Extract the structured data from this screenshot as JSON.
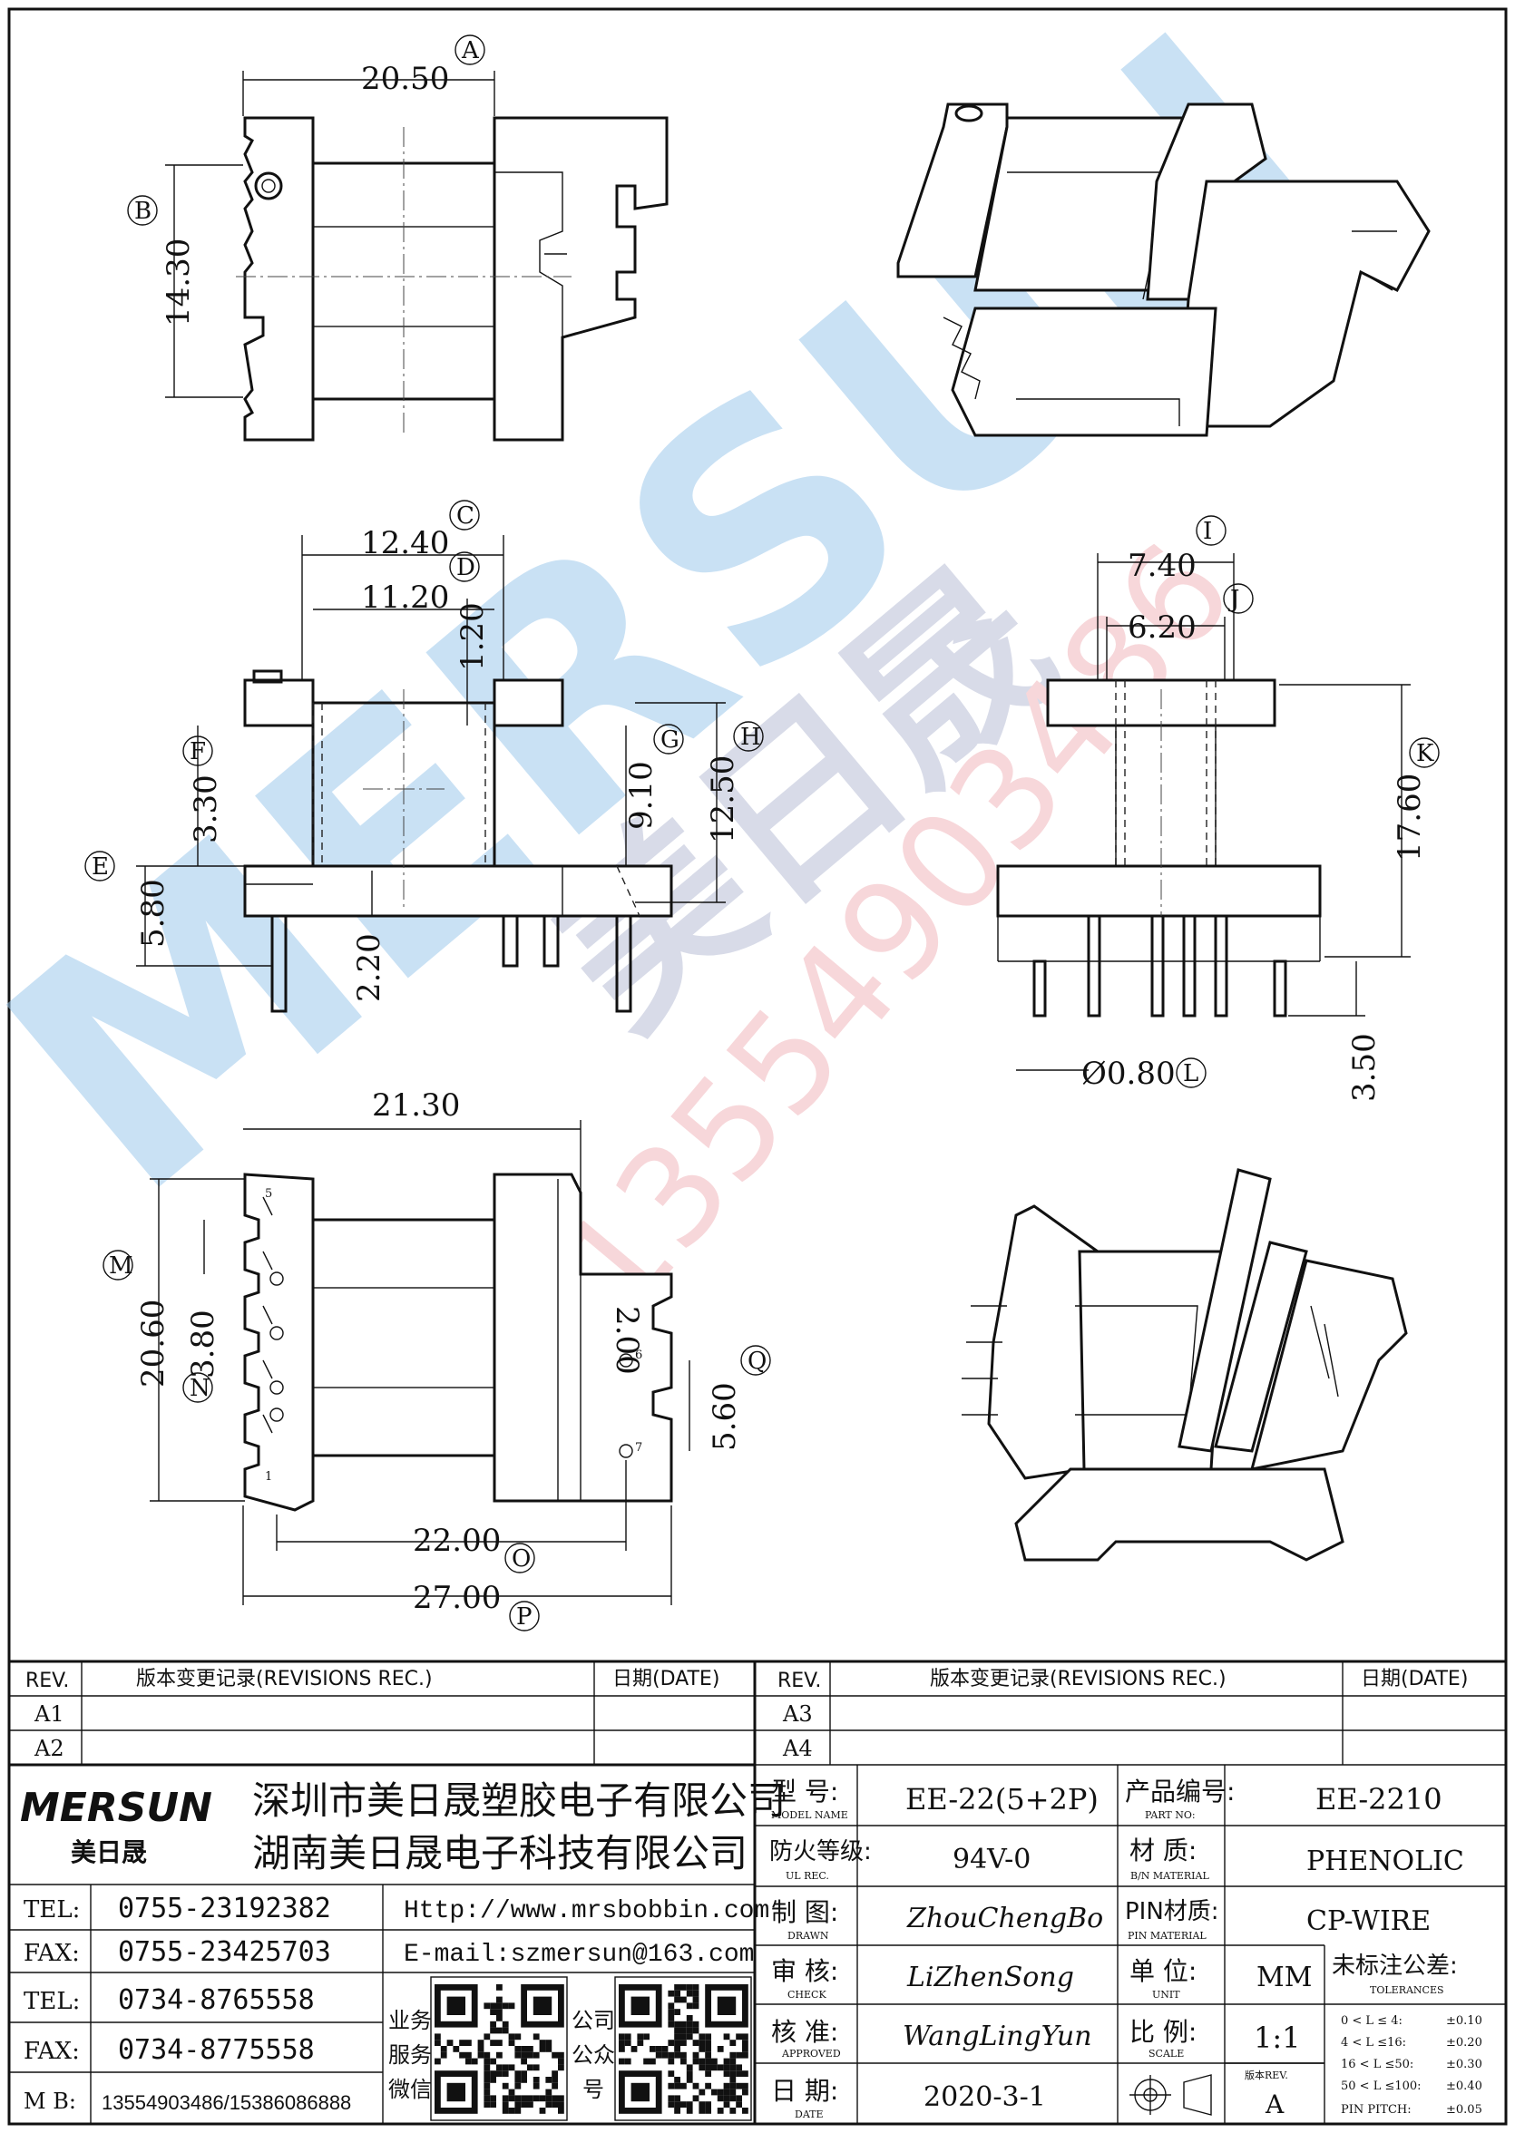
{
  "drawing": {
    "dims": {
      "A": "20.50",
      "B": "14.30",
      "C": "12.40",
      "D": "11.20",
      "D2": "1.20",
      "E": "5.80",
      "F": "3.30",
      "F2": "2.20",
      "G": "9.10",
      "H": "12.50",
      "I": "7.40",
      "J": "6.20",
      "K": "17.60",
      "L": "Ø0.80",
      "L2": "3.50",
      "M": "20.60",
      "N": "3.80",
      "N2": "2.00",
      "O": "22.00",
      "P": "27.00",
      "Q": "5.60",
      "R": "21.30"
    },
    "letters": [
      "A",
      "B",
      "C",
      "D",
      "E",
      "F",
      "G",
      "H",
      "I",
      "J",
      "K",
      "L",
      "M",
      "N",
      "O",
      "P",
      "Q"
    ],
    "pin_labels": {
      "p5": "5",
      "p1": "1",
      "p6": "6",
      "p7": "7"
    },
    "watermark": {
      "brand": "MERSUN",
      "cn": "美日晟",
      "phone": "13554903486"
    }
  },
  "revisions_left": {
    "headers": [
      "REV.",
      "版本变更记录(REVISIONS REC.)",
      "日期(DATE)"
    ],
    "rows": [
      "A1",
      "A2"
    ]
  },
  "revisions_right": {
    "headers": [
      "REV.",
      "版本变更记录(REVISIONS REC.)",
      "日期(DATE)"
    ],
    "rows": [
      "A3",
      "A4"
    ]
  },
  "company": {
    "logo": "MERSUN",
    "logo_cn": "美日晟",
    "name1": "深圳市美日晟塑胶电子有限公司",
    "name2": "湖南美日晟电子科技有限公司",
    "contacts": [
      {
        "label": "TEL:",
        "value": "0755-23192382"
      },
      {
        "label": "FAX:",
        "value": "0755-23425703"
      },
      {
        "label": "TEL:",
        "value": "0734-8765558"
      },
      {
        "label": "FAX:",
        "value": "0734-8775558"
      }
    ],
    "mb_label": "M B:",
    "mb_value": "13554903486/15386086888",
    "website": "Http://www.mrsbobbin.com",
    "email": "E-mail:szmersun@163.com",
    "qr1_label": "业务服务微信",
    "qr2_label": "公司公众号"
  },
  "spec": {
    "model_label": "型 号:",
    "model_sub": "MODEL NAME",
    "model": "EE-22(5+2P)",
    "part_label": "产品编号:",
    "part_sub": "PART NO:",
    "part": "EE-2210",
    "ul_label": "防火等级:",
    "ul_sub": "UL REC.",
    "ul": "94V-0",
    "mat_label": "材 质:",
    "mat_sub": "B/N MATERIAL",
    "material": "PHENOLIC",
    "drawn_label": "制 图:",
    "drawn_sub": "DRAWN",
    "drawn": "ZhouChengBo",
    "pin_label": "PIN材质:",
    "pin_sub": "PIN MATERIAL",
    "pin": "CP-WIRE",
    "check_label": "审 核:",
    "check_sub": "CHECK",
    "check": "LiZhenSong",
    "unit_label": "单 位:",
    "unit_sub": "UNIT",
    "unit": "MM",
    "tol_label": "未标注公差:",
    "tol_sub": "TOLERANCES",
    "tolerances": [
      {
        "range": "0 < L ≤  4:",
        "value": "±0.10"
      },
      {
        "range": "4 < L ≤16:",
        "value": "±0.20"
      },
      {
        "range": "16 < L ≤50:",
        "value": "±0.30"
      },
      {
        "range": "50 < L ≤100:",
        "value": "±0.40"
      },
      {
        "range": "PIN PITCH:",
        "value": "±0.05"
      }
    ],
    "approved_label": "核 准:",
    "approved_sub": "APPROVED",
    "approved": "WangLingYun",
    "scale_label": "比 例:",
    "scale_sub": "SCALE",
    "scale": "1:1",
    "date_label": "日 期:",
    "date_sub": "DATE",
    "date": "2020-3-1",
    "rev_label": "版本REV.",
    "rev": "A"
  }
}
